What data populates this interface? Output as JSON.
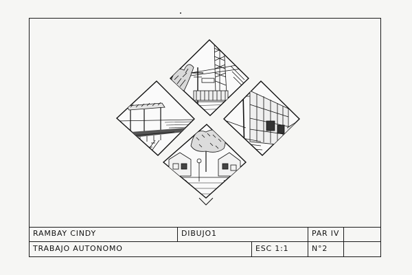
{
  "title_block": {
    "author": "RAMBAY CINDY",
    "drawing_title": "DIBUJO1",
    "group": "PAR IV",
    "work_type": "TRABAJO AUTONOMO",
    "scale": "ESC 1:1",
    "sheet_number": "N°2",
    "extra_cell": ""
  },
  "colors": {
    "ink": "#1a1a1a",
    "paper": "#f6f6f4"
  },
  "illustration": {
    "panels": [
      "top-panel",
      "left-panel",
      "right-panel",
      "bottom-panel"
    ]
  }
}
